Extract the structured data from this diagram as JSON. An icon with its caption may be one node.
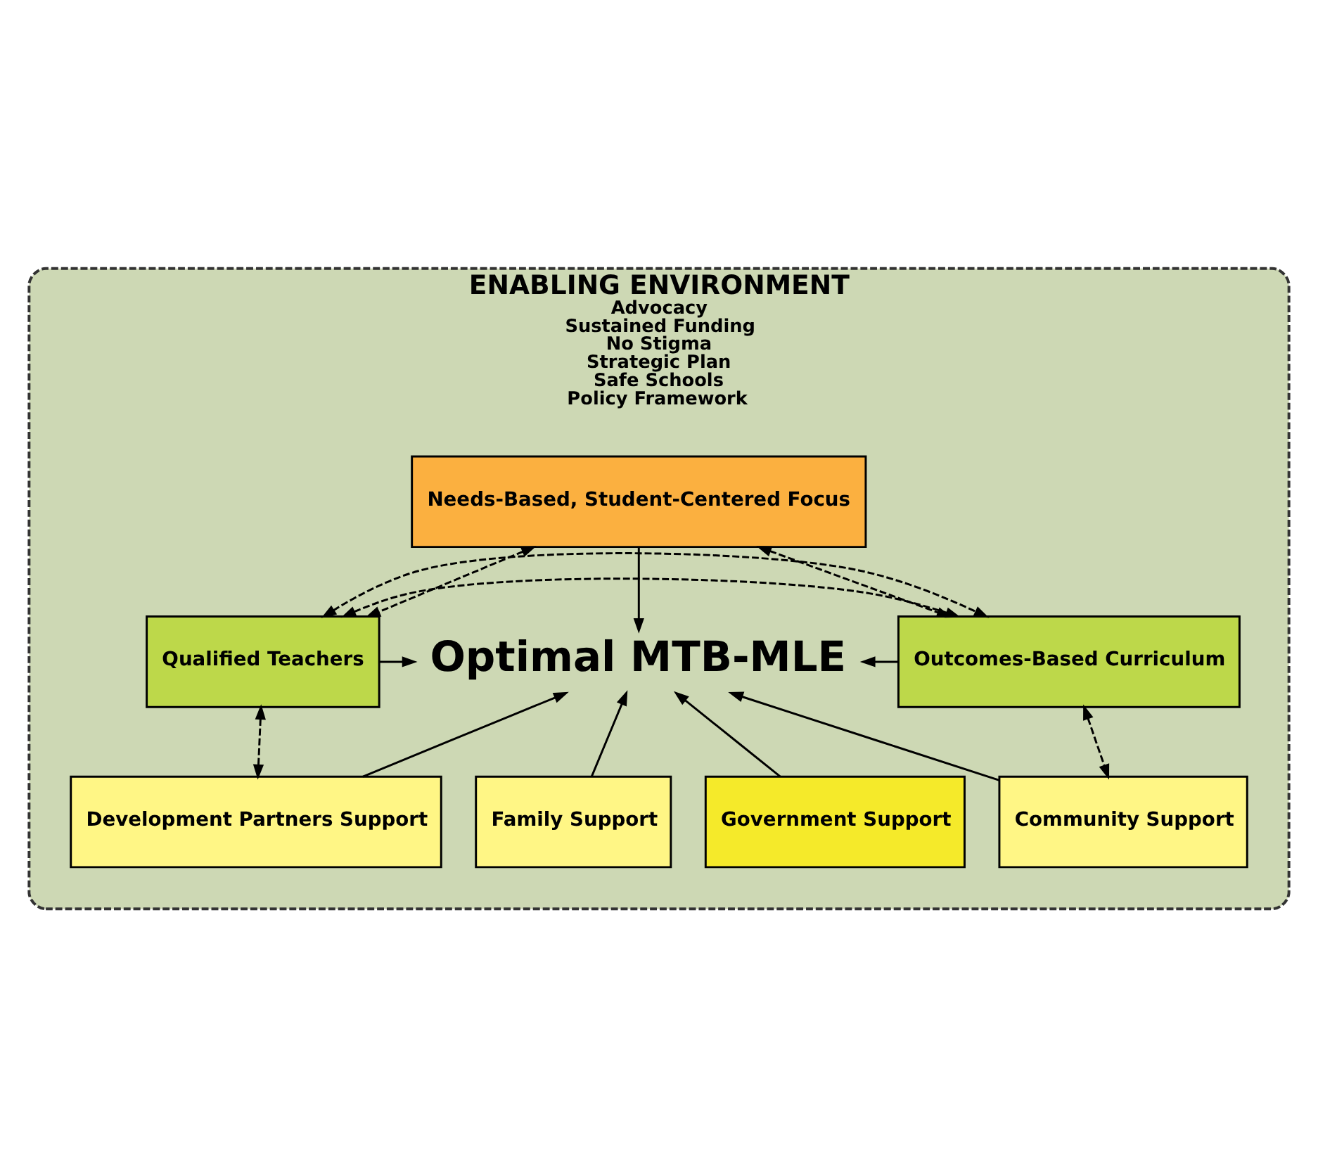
{
  "diagram": {
    "nodes": [
      {
        "text": [
          "ENABLING ENVIRONMENT",
          "Advocacy",
          "Sustained Funding",
          "No Stigma",
          "Strategic Plan",
          "Safe Schools",
          "Policy Framework"
        ]
      },
      {
        "text": [
          "Needs-Based, Student-Centered Focus"
        ],
        "in": 0
      },
      {
        "text": [
          "Qualified Teachers"
        ],
        "in": 0
      },
      {
        "text": [
          "Optimal MTB-MLE"
        ],
        "in": 0
      },
      {
        "text": [
          "Outcomes-Based Curriculum"
        ],
        "in": 0
      },
      {
        "text": [
          "Development Partners Support"
        ],
        "in": 0
      },
      {
        "text": [
          "Family Support"
        ],
        "in": 0
      },
      {
        "text": [
          "Government Support"
        ],
        "in": 0
      },
      {
        "text": [
          "Community Support"
        ],
        "in": 0
      }
    ],
    "edges": [
      {
        "from": 1,
        "to": 3,
        "arrow": "to"
      },
      {
        "from": 1,
        "to": 2,
        "arrow": "both",
        "style": "dashed"
      },
      {
        "from": 1,
        "to": 4,
        "arrow": "both",
        "style": "dashed"
      },
      {
        "from": 2,
        "to": 3,
        "arrow": "to"
      },
      {
        "from": 4,
        "to": 3,
        "arrow": "to"
      },
      {
        "from": 2,
        "to": 4,
        "arrow": "both",
        "style": "dashed"
      },
      {
        "from": 2,
        "to": 4,
        "arrow": "both",
        "style": "dashed"
      },
      {
        "from": 5,
        "to": 3,
        "arrow": "to"
      },
      {
        "from": 6,
        "to": 3,
        "arrow": "to"
      },
      {
        "from": 7,
        "to": 3,
        "arrow": "to"
      },
      {
        "from": 8,
        "to": 3,
        "arrow": "to"
      },
      {
        "from": 2,
        "to": 5,
        "arrow": "both",
        "style": "dashed"
      },
      {
        "from": 4,
        "to": 8,
        "arrow": "both",
        "style": "dashed"
      }
    ]
  }
}
